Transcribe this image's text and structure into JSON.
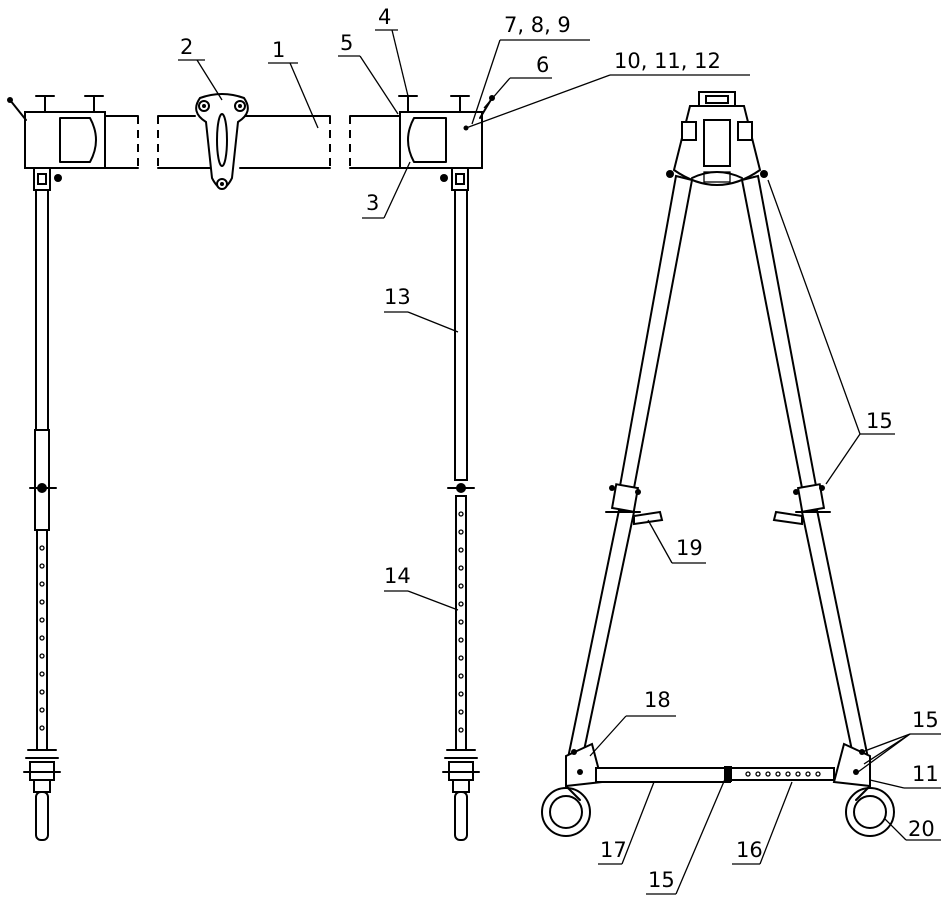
{
  "drawing": {
    "labels": {
      "l1": "1",
      "l2": "2",
      "l3": "3",
      "l4": "4",
      "l5": "5",
      "l6": "6",
      "l789": "7, 8, 9",
      "l101112": "10, 11, 12",
      "l13": "13",
      "l14": "14",
      "l15a": "15",
      "l15b": "15",
      "l15c": "15",
      "l16": "16",
      "l17": "17",
      "l18": "18",
      "l19": "19",
      "l11b": "11",
      "l20": "20"
    }
  }
}
